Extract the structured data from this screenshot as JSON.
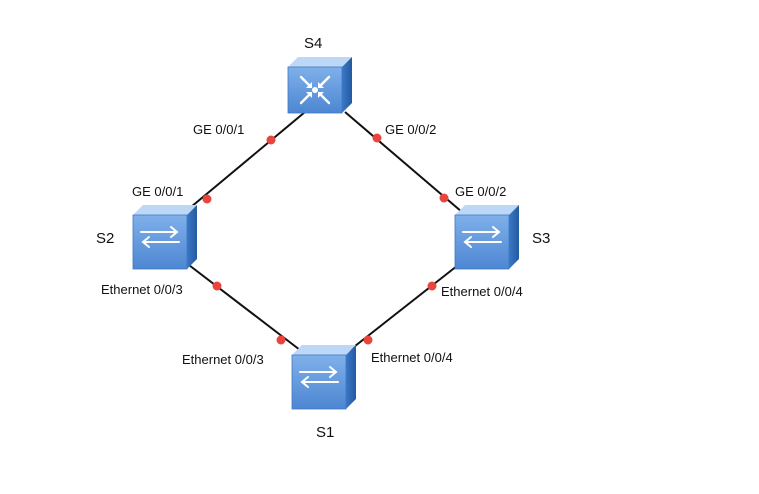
{
  "nodes": {
    "s4": {
      "label": "S4",
      "device": "router-switch-icon"
    },
    "s2": {
      "label": "S2",
      "device": "switch-icon"
    },
    "s3": {
      "label": "S3",
      "device": "switch-icon"
    },
    "s1": {
      "label": "S1",
      "device": "switch-icon"
    }
  },
  "ports": {
    "s4_left": "GE 0/0/1",
    "s4_right": "GE 0/0/2",
    "s2_top": "GE 0/0/1",
    "s3_top": "GE 0/0/2",
    "s2_bottom": "Ethernet 0/0/3",
    "s3_bottom": "Ethernet 0/0/4",
    "s1_left": "Ethernet 0/0/3",
    "s1_right": "Ethernet 0/0/4"
  },
  "colors": {
    "device_top": "#aecdf1",
    "device_front": "#5b94dc",
    "device_side": "#2f6cb9",
    "port_dot": "#e8453c",
    "link": "#111111"
  }
}
